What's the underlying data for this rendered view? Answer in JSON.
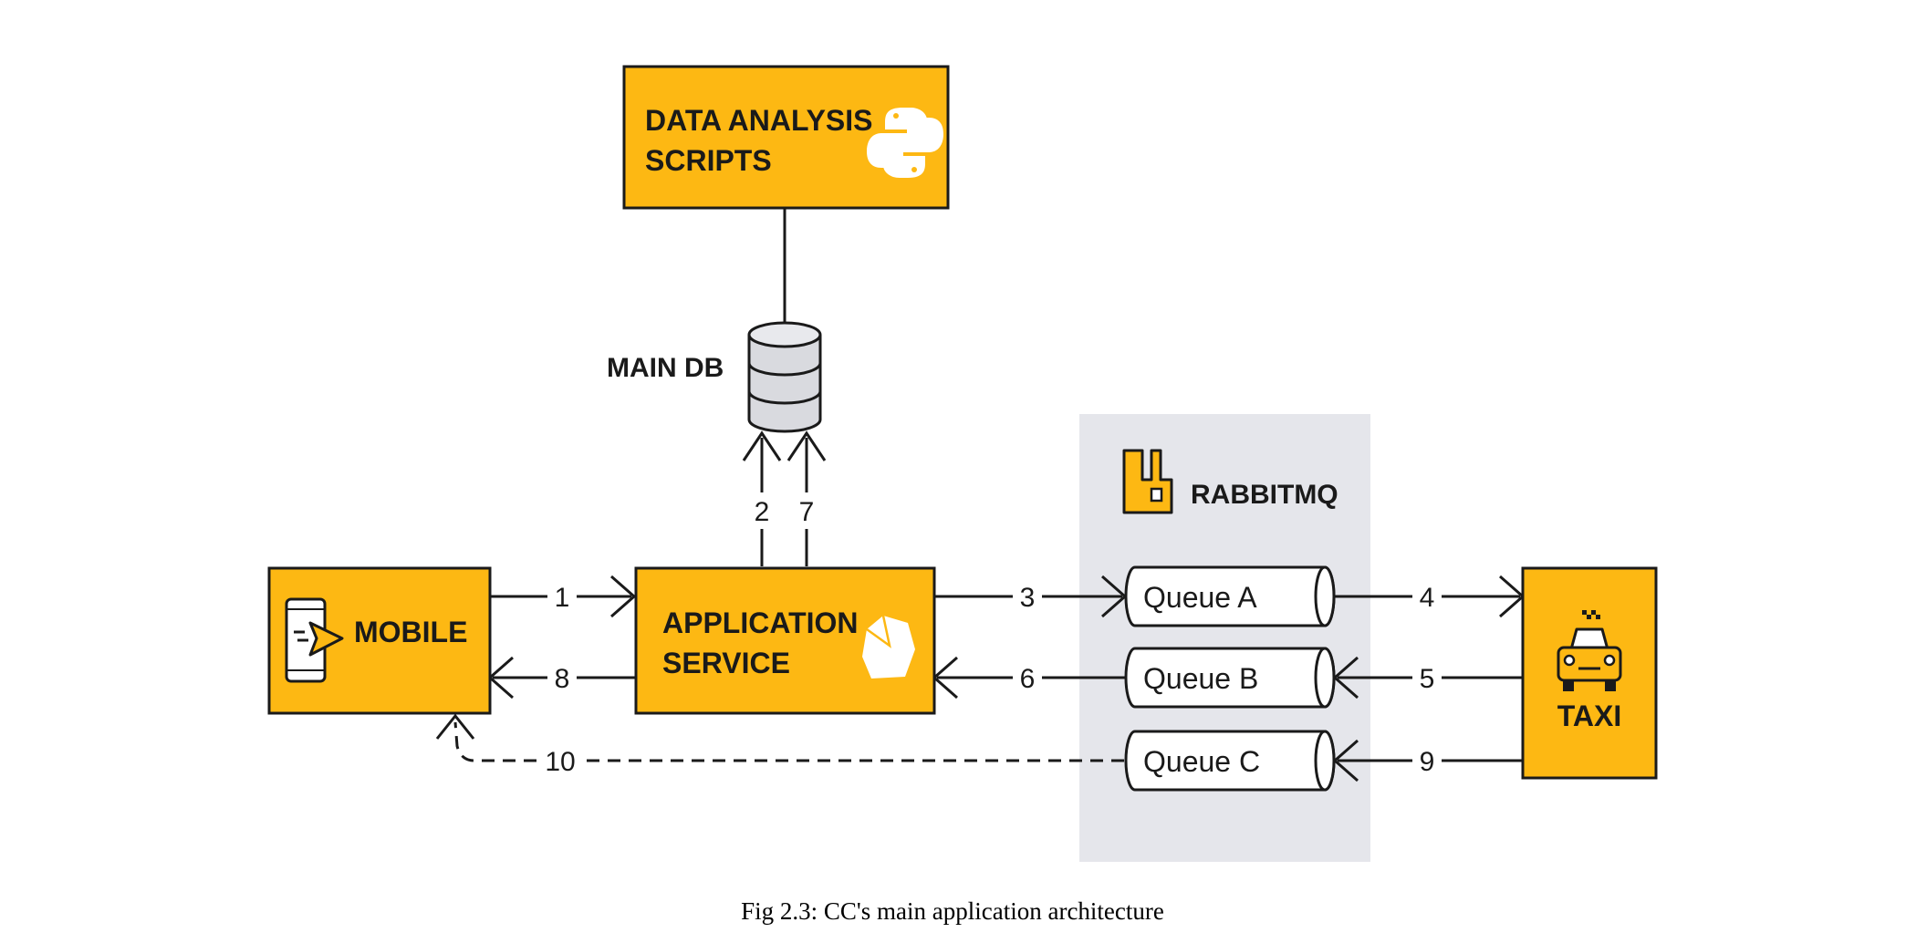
{
  "colors": {
    "box": "#FDB813",
    "panel": "#E5E6EB",
    "line": "#1a1a1a",
    "icon": "#ffffff"
  },
  "nodes": {
    "data_analysis": {
      "line1": "DATA ANALYSIS",
      "line2": "SCRIPTS",
      "icon": "python-icon"
    },
    "main_db": {
      "label": "MAIN DB",
      "icon": "database-icon"
    },
    "mobile": {
      "label": "MOBILE",
      "icon": "mobile-phone-icon"
    },
    "app_service": {
      "line1": "APPLICATION",
      "line2": "SERVICE",
      "icon": "ruby-icon"
    },
    "rabbitmq": {
      "label": "RABBITMQ",
      "icon": "rabbitmq-icon"
    },
    "taxi": {
      "label": "TAXI",
      "icon": "taxi-icon"
    }
  },
  "queues": [
    "Queue A",
    "Queue B",
    "Queue C"
  ],
  "flows": {
    "f1": "1",
    "f2": "2",
    "f3": "3",
    "f4": "4",
    "f5": "5",
    "f6": "6",
    "f7": "7",
    "f8": "8",
    "f9": "9",
    "f10": "10"
  },
  "caption": "Fig 2.3: CC's main application architecture"
}
